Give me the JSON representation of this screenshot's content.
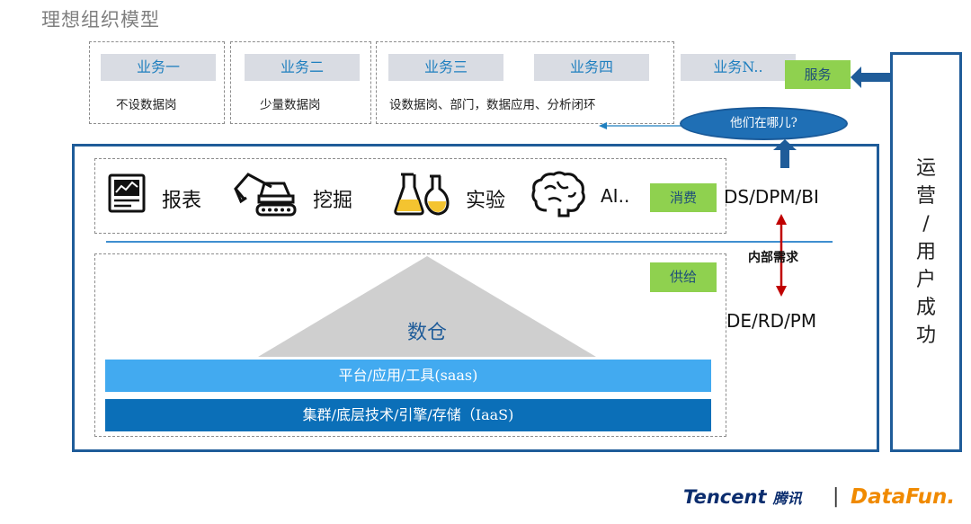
{
  "title": "理想组织模型",
  "businesses": [
    {
      "label": "业务一",
      "desc": "不设数据岗"
    },
    {
      "label": "业务二",
      "desc": "少量数据岗"
    },
    {
      "label": "业务三",
      "desc": ""
    },
    {
      "label": "业务四",
      "desc": ""
    },
    {
      "label": "业务N..",
      "desc": ""
    }
  ],
  "group34_desc": "设数据岗、部门，数据应用、分析闭环",
  "service_label": "服务",
  "where_label": "他们在哪儿?",
  "consume": {
    "items": [
      "报表",
      "挖掘",
      "实验",
      "AI.."
    ],
    "tag": "消费",
    "roles": "DS/DPM/BI"
  },
  "internal_demand": "内部需求",
  "supply": {
    "tag": "供给",
    "roles": "DE/RD/PM",
    "warehouse": "数仓",
    "platform_bar": "平台/应用/工具(saas)",
    "cluster_bar": "集群/底层技术/引擎/存储（IaaS)"
  },
  "operations": [
    "运",
    "营",
    "/",
    "用",
    "户",
    "成",
    "功"
  ],
  "footer": {
    "tencent": "Tencent",
    "tencent_cn": "腾讯",
    "separator": "|",
    "datafun": "DataFun."
  },
  "colors": {
    "frame": "#1f5c99",
    "accent_blue": "#1f7fbf",
    "green": "#8fd14f",
    "platform_bar": "#42aaf0",
    "cluster_bar": "#0b6fb8",
    "demand_arrow": "#c00000"
  }
}
